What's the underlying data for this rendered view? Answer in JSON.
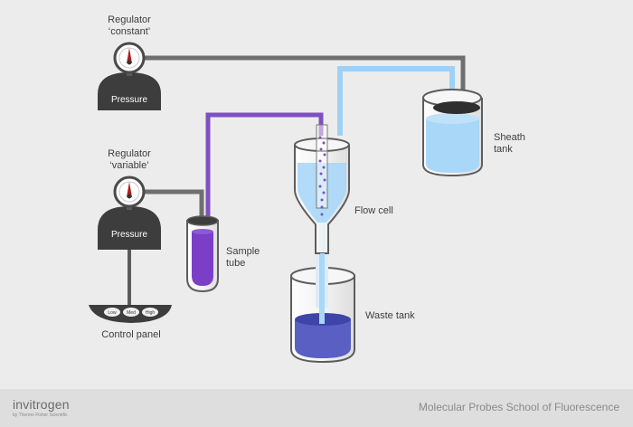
{
  "labels": {
    "regulator_constant_line1": "Regulator",
    "regulator_constant_line2": "‘constant’",
    "regulator_variable_line1": "Regulator",
    "regulator_variable_line2": "‘variable’",
    "pressure_top": "Pressure",
    "pressure_bottom": "Pressure",
    "sample_tube_line1": "Sample",
    "sample_tube_line2": "tube",
    "flow_cell": "Flow cell",
    "sheath_tank_line1": "Sheath",
    "sheath_tank_line2": "tank",
    "waste_tank": "Waste tank",
    "control_panel": "Control panel",
    "button_low": "Low",
    "button_med": "Med",
    "button_high": "High"
  },
  "footer": {
    "brand": "invitrogen",
    "brand_sub": "by Thermo Fisher Scientific",
    "school": "Molecular Probes School of Fluorescence"
  },
  "colors": {
    "background": "#ececec",
    "gray_tube": "#6f6f6f",
    "purple_tube": "#7f4fc2",
    "blue_tube": "#9fd0f5",
    "sheath_liquid": "#a9d7f7",
    "sample_liquid": "#7a3fc6",
    "waste_liquid": "#5a5fc4",
    "dark_body": "#3d3d3d"
  }
}
